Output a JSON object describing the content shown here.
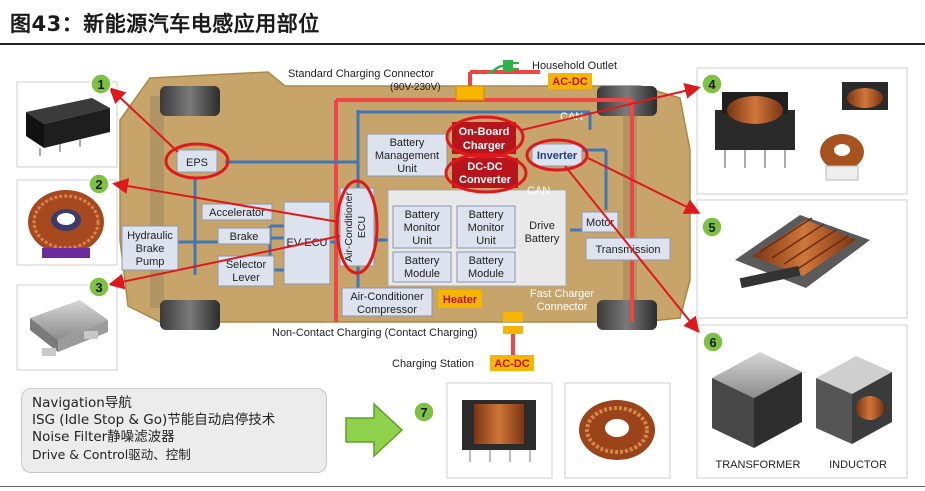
{
  "title": "图43：新能源汽车电感应用部位",
  "diagram": {
    "top_labels": {
      "standard_connector": "Standard Charging Connector",
      "voltage": "(90V-230V)",
      "household": "Household Outlet",
      "acdc_top": "AC-DC",
      "can_top": "CAN",
      "can_mid": "CAN"
    },
    "blocks": {
      "eps": "EPS",
      "bms": [
        "Battery",
        "Management",
        "Unit"
      ],
      "onboard": [
        "On-Board",
        "Charger"
      ],
      "dcdc": [
        "DC-DC",
        "Converter"
      ],
      "inverter": "Inverter",
      "ac_ecu": [
        "Air-Conditioner",
        "ECU"
      ],
      "accelerator": "Accelerator",
      "brake": "Brake",
      "hydraulic": [
        "Hydraulic",
        "Brake",
        "Pump"
      ],
      "selector": [
        "Selector",
        "Lever"
      ],
      "ev_ecu": "EV-ECU",
      "bmu1": [
        "Battery",
        "Monitor",
        "Unit"
      ],
      "bmu2": [
        "Battery",
        "Monitor",
        "Unit"
      ],
      "bm1": [
        "Battery",
        "Module"
      ],
      "bm2": [
        "Battery",
        "Module"
      ],
      "drive_battery": [
        "Drive",
        "Battery"
      ],
      "motor": "Motor",
      "transmission": "Transmission",
      "compressor": [
        "Air-Conditioner",
        "Compressor"
      ],
      "heater": "Heater",
      "fast_charger": [
        "Fast Charger",
        "Connector"
      ]
    },
    "bottom_labels": {
      "noncontact": "Non-Contact Charging (Contact Charging)",
      "station": "Charging Station",
      "acdc_bottom": "AC-DC"
    },
    "badges": [
      "1",
      "2",
      "3",
      "4",
      "5",
      "6",
      "7"
    ],
    "photo_labels": {
      "transformer": "TRANSFORMER",
      "inductor": "INDUCTOR"
    }
  },
  "legend": [
    "Navigation导航",
    "ISG (Idle Stop & Go)节能自动启停技术",
    "Noise Filter静噪滤波器",
    "Drive & Control驱动、控制"
  ],
  "colors": {
    "car_body": "#c7a56a",
    "box_fill": "#dce3ee",
    "box_border": "#8a97ad",
    "dark_red": "#b8141c",
    "connector_yellow": "#f5b500",
    "line_blue": "#3f76b8",
    "power_red": "#e84040",
    "badge_green": "#7ec242"
  }
}
